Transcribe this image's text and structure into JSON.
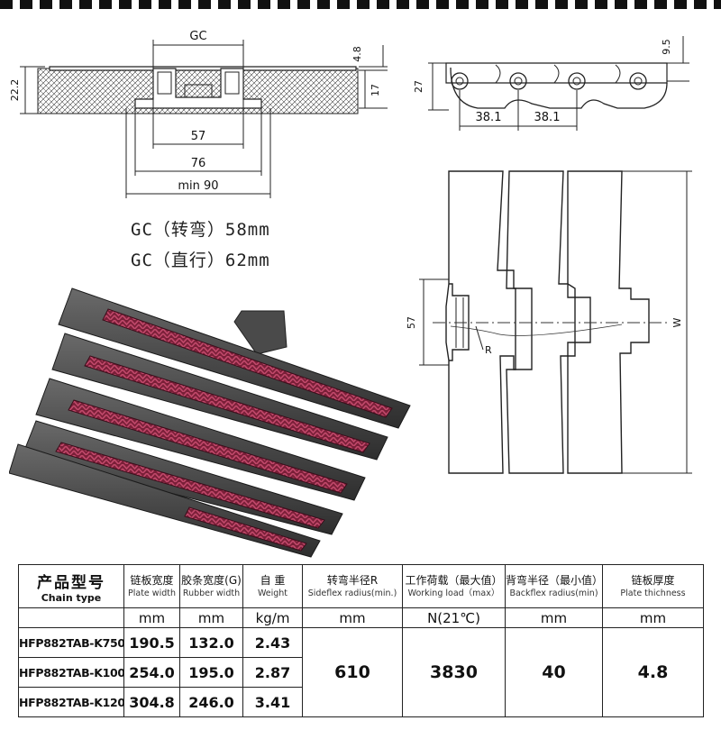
{
  "diagrams": {
    "cross_section": {
      "gc_label": "GC",
      "dim_4_8": "4.8",
      "dim_22_2": "22.2",
      "dim_17": "17",
      "dim_57": "57",
      "dim_76": "76",
      "dim_min90": "min 90"
    },
    "side_view": {
      "dim_9_5": "9.5",
      "dim_27": "27",
      "pitch_1": "38.1",
      "pitch_2": "38.1"
    },
    "top_view": {
      "dim_57": "57",
      "radius_label": "R",
      "width_label": "W"
    }
  },
  "gc_notes": {
    "sideflex": "GC（转弯）58mm",
    "straight": "GC（直行）62mm"
  },
  "spec_table": {
    "headers": {
      "chain_type_cn": "产品型号",
      "chain_type_en": "Chain type",
      "plate_width_cn": "链板宽度",
      "plate_width_en": "Plate width",
      "rubber_width_cn": "胶条宽度(G)",
      "rubber_width_en": "Rubber width",
      "weight_cn": "自 重",
      "weight_en": "Weight",
      "sideflex_cn": "转弯半径R",
      "sideflex_en": "Sideflex radius(min.)",
      "load_cn": "工作荷载（最大值）",
      "load_en": "Working load（max）",
      "backflex_cn": "背弯半径（最小值）",
      "backflex_en": "Backflex radius(min)",
      "thickness_cn": "链板厚度",
      "thickness_en": "Plate thichness"
    },
    "units": {
      "plate_width": "mm",
      "rubber_width": "mm",
      "weight": "kg/m",
      "sideflex": "mm",
      "load": "N(21℃)",
      "backflex": "mm",
      "thickness": "mm"
    },
    "rows": [
      {
        "model": "HFP882TAB-K750",
        "plate_width": "190.5",
        "rubber_width": "132.0",
        "weight": "2.43"
      },
      {
        "model": "HFP882TAB-K1000",
        "plate_width": "254.0",
        "rubber_width": "195.0",
        "weight": "2.87"
      },
      {
        "model": "HFP882TAB-K1200",
        "plate_width": "304.8",
        "rubber_width": "246.0",
        "weight": "3.41"
      }
    ],
    "shared": {
      "sideflex": "610",
      "load": "3830",
      "backflex": "40",
      "thickness": "4.8"
    }
  }
}
